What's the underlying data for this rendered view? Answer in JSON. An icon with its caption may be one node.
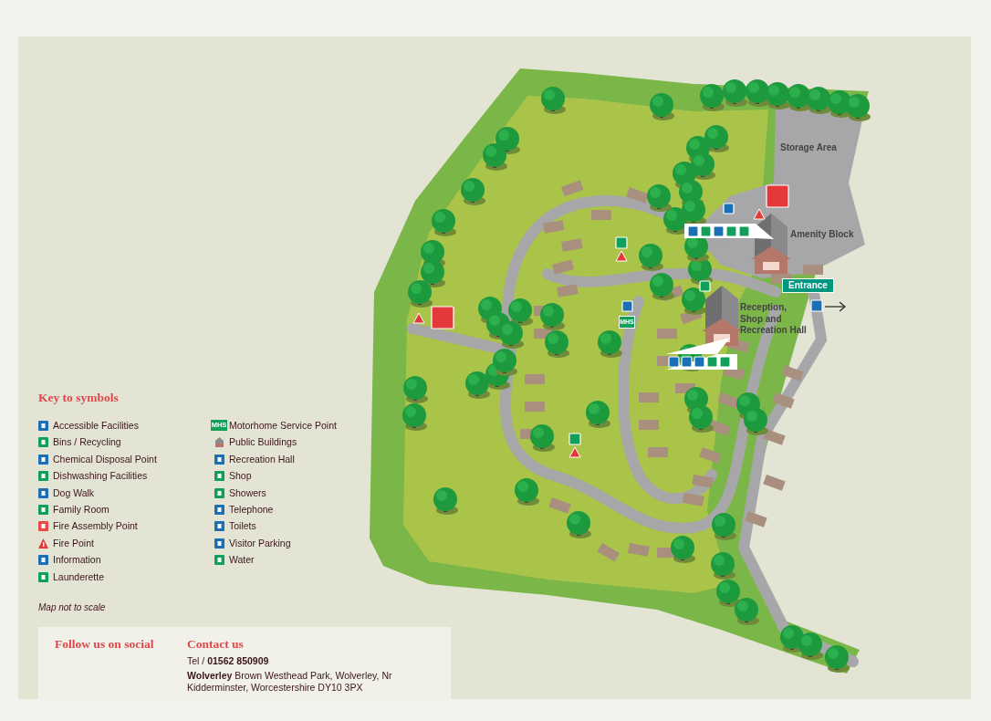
{
  "diagram": {
    "nodes": [
      {
        "text": [
          "Entrance"
        ]
      }
    ],
    "edges": [],
    "labels": [
      "Storage Area",
      "Amenity Block",
      "Reception, Shop and Recreation Hall",
      "MHS",
      "Key to symbols",
      "MHS",
      "Map not to scale",
      "Follow us on social",
      "Contact us",
      "Tel / **01562 850909**",
      "**Wolverley** Brown Westhead Park, Wolverley, Nr Kidderminster, Worcestershire DY10 3PX"
    ],
    "legend": [
      {
        "text": "Accessible Facilities"
      },
      {
        "text": "Bins / Recycling"
      },
      {
        "text": "Chemical Disposal Point"
      },
      {
        "text": "Dishwashing Facilities"
      },
      {
        "text": "Dog Walk"
      },
      {
        "text": "Family Room"
      },
      {
        "text": "Fire Assembly Point"
      },
      {
        "text": "Fire Point"
      },
      {
        "text": "Information"
      },
      {
        "text": "Launderette"
      },
      {
        "text": "Motorhome Service Point"
      },
      {
        "text": "Public Buildings"
      },
      {
        "text": "Recreation Hall"
      },
      {
        "text": "Shop"
      },
      {
        "text": "Showers"
      },
      {
        "text": "Telephone"
      },
      {
        "text": "Toilets"
      },
      {
        "text": "Visitor Parking"
      },
      {
        "text": "Water"
      }
    ]
  }
}
